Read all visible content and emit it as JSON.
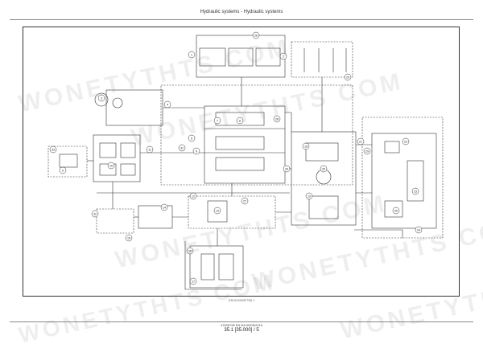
{
  "header": {
    "title": "Hydraulic systems - Hydraulic systems"
  },
  "diagram": {
    "drawing_code": "GSL000000F788 1",
    "callouts": [
      "1",
      "2",
      "3",
      "4",
      "5",
      "6",
      "7",
      "8",
      "9",
      "10",
      "11",
      "12",
      "13",
      "14",
      "15",
      "16",
      "17",
      "18",
      "19",
      "20",
      "21",
      "22",
      "23",
      "24",
      "25",
      "26",
      "27",
      "28",
      "29",
      "30",
      "31",
      "32",
      "33",
      "34"
    ]
  },
  "footer": {
    "document_number": "47606795 EN NA 05/05/2015",
    "page": "35.1 [35.000] / 5"
  },
  "watermark": {
    "text": "WONETYTHTS COM"
  },
  "colors": {
    "line": "#333333",
    "dashed": "#555555",
    "watermark": "#787878"
  }
}
